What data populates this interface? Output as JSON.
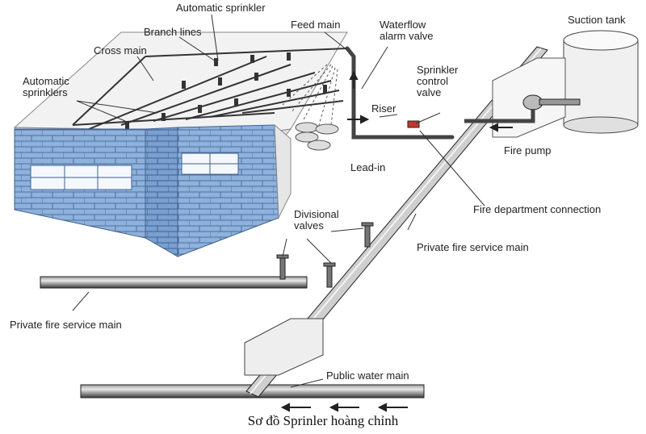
{
  "labels": {
    "automatic_sprinkler": "Automatic sprinkler",
    "feed_main": "Feed main",
    "waterflow_alarm_valve": "Waterflow\nalarm valve",
    "suction_tank": "Suction tank",
    "branch_lines": "Branch lines",
    "cross_main": "Cross main",
    "sprinkler_control_valve": "Sprinkler\ncontrol\nvalve",
    "automatic_sprinklers": "Automatic\nsprinklers",
    "riser": "Riser",
    "fire_pump": "Fire pump",
    "lead_in": "Lead-in",
    "fire_department_connection": "Fire department connection",
    "divisional_valves": "Divisional\nvalves",
    "private_fire_service_main_right": "Private fire service main",
    "private_fire_service_main_left": "Private fire service main",
    "public_water_main": "Public water main"
  },
  "caption": "Sơ đồ Sprinler hoàng chỉnh"
}
